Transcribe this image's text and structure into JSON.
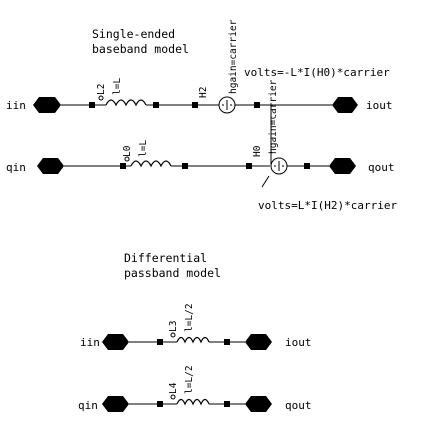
{
  "single_ended": {
    "title_line1": "Single-ended",
    "title_line2": "baseband model",
    "port_iin": "iin",
    "port_iout": "iout",
    "port_qin": "qin",
    "port_qout": "qout",
    "inductor_top_name": "L2",
    "inductor_top_value": "l=L",
    "inductor_bottom_name": "L0",
    "inductor_bottom_value": "l=L",
    "probe_top_name": "H2",
    "probe_bottom_name": "H0",
    "source_top_hgain": "hgain=carrier",
    "source_bottom_hgain": "hgain=carrier",
    "equation_top": "volts=-L*I(H0)*carrier",
    "equation_bottom": "volts=L*I(H2)*carrier"
  },
  "differential": {
    "title_line1": "Differential",
    "title_line2": "passband model",
    "port_iin": "iin",
    "port_iout": "iout",
    "port_qin": "qin",
    "port_qout": "qout",
    "inductor_top_name": "L3",
    "inductor_top_value": "l=L/2",
    "inductor_bottom_name": "L4",
    "inductor_bottom_value": "l=L/2"
  },
  "colors": {
    "wire": "#000000",
    "port_fill": "#000000",
    "background": "#ffffff"
  }
}
